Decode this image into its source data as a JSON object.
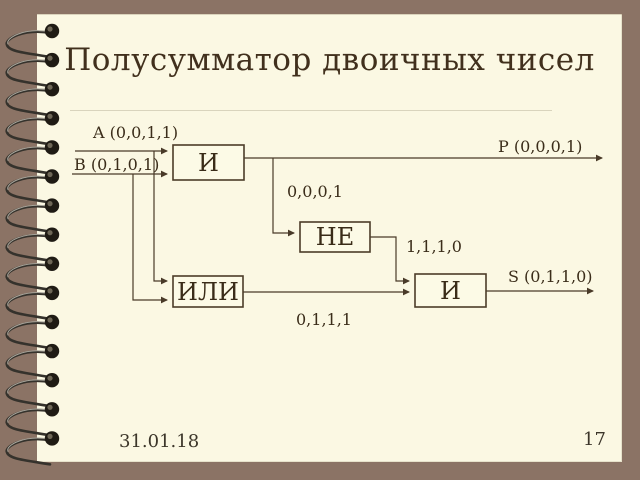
{
  "slide": {
    "title": "Полусумматор двоичных чисел",
    "footer": {
      "date": "31.01.18",
      "page_number": "17"
    }
  },
  "diagram": {
    "input_a": {
      "label": "A (0,0,1,1)"
    },
    "input_b": {
      "label": "B (0,1,0,1)"
    },
    "gates": {
      "and1": {
        "label": "И"
      },
      "not1": {
        "label": "НЕ"
      },
      "or1": {
        "label": "ИЛИ"
      },
      "and2": {
        "label": "И"
      }
    },
    "wire_labels": {
      "and1_output": "0,0,0,1",
      "not1_output": "1,1,1,0",
      "or1_output": "0,1,1,1"
    },
    "output_p": {
      "label": "P (0,0,0,1)"
    },
    "output_s": {
      "label": "S (0,1,1,0)"
    }
  },
  "colors": {
    "page_background": "#8b7365",
    "slide_background": "#fbf8e3",
    "title_text": "#41301d",
    "diagram_ink": "#3b2d1a",
    "wire": "#493a28",
    "separator": "#d9d4bd"
  }
}
